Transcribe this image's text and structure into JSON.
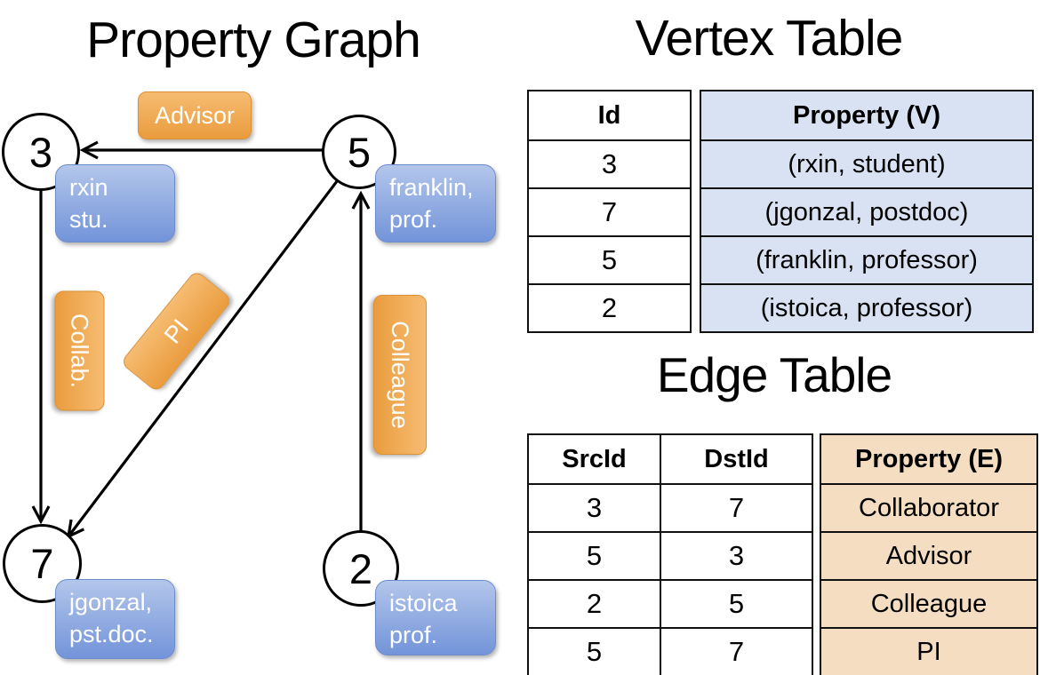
{
  "graph": {
    "title": "Property Graph",
    "vertices": [
      {
        "id": "3",
        "label": [
          "rxin",
          "stu."
        ]
      },
      {
        "id": "5",
        "label": [
          "franklin,",
          "prof."
        ]
      },
      {
        "id": "7",
        "label": [
          "jgonzal,",
          "pst.doc."
        ]
      },
      {
        "id": "2",
        "label": [
          "istoica",
          "prof."
        ]
      }
    ],
    "edge_labels": {
      "advisor": "Advisor",
      "collab": "Collab.",
      "pi": "PI",
      "colleague": "Colleague"
    }
  },
  "vertex_table": {
    "title": "Vertex Table",
    "columns": {
      "id": "Id",
      "property": "Property (V)"
    },
    "rows": [
      {
        "id": "3",
        "property": "(rxin, student)"
      },
      {
        "id": "7",
        "property": "(jgonzal, postdoc)"
      },
      {
        "id": "5",
        "property": "(franklin, professor)"
      },
      {
        "id": "2",
        "property": "(istoica, professor)"
      }
    ]
  },
  "edge_table": {
    "title": "Edge Table",
    "columns": {
      "src": "SrcId",
      "dst": "DstId",
      "property": "Property (E)"
    },
    "rows": [
      {
        "src": "3",
        "dst": "7",
        "property": "Collaborator"
      },
      {
        "src": "5",
        "dst": "3",
        "property": "Advisor"
      },
      {
        "src": "2",
        "dst": "5",
        "property": "Colleague"
      },
      {
        "src": "5",
        "dst": "7",
        "property": "PI"
      }
    ]
  },
  "colors": {
    "edge_label_orange": "#ea9c3e",
    "vertex_property_blue": "#7394d9",
    "vertex_table_cell": "#d9e2f3",
    "edge_table_cell": "#f5ddc1",
    "line": "#000000"
  }
}
